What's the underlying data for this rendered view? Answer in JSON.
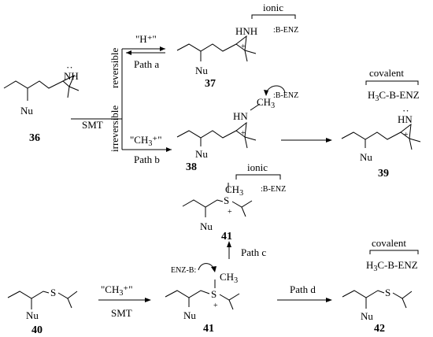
{
  "labels": {
    "nu": "Nu",
    "nh": "NH",
    "hnh": "HNH",
    "hn": "HN",
    "s": "S",
    "ch": "CH",
    "sub3": "3",
    "plus": "+",
    "dots": "··",
    "smt": "SMT",
    "reversible": "reversible",
    "irreversible": "irreversible",
    "h_plus": "\"H⁺\"",
    "ch3_plus_a": "\"CH",
    "ch3_plus_b": "⁺\"",
    "path_a": "Path a",
    "path_b": "Path b",
    "path_c": "Path c",
    "path_d": "Path d",
    "ionic": "ionic",
    "covalent": "covalent",
    "b_enz": ":B-ENZ",
    "enz_b": "ENZ-B:",
    "h3c_b_enz_a": "H",
    "h3c_b_enz_b": "C-B-ENZ"
  },
  "compounds": {
    "c36": "36",
    "c37": "37",
    "c38": "38",
    "c39": "39",
    "c40": "40",
    "c41a": "41",
    "c41b": "41",
    "c42": "42"
  }
}
